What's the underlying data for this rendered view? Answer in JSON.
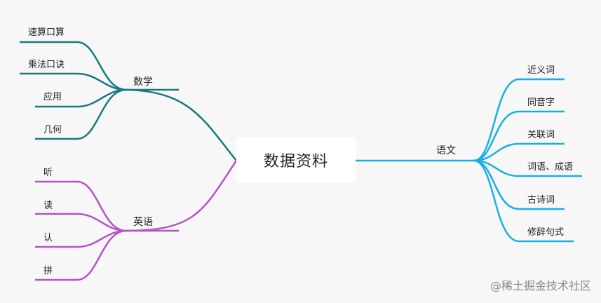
{
  "root": {
    "label": "数据资料"
  },
  "branches": [
    {
      "label": "数学",
      "color": "#1a7a80",
      "children": [
        "速算口算",
        "乘法口诀",
        "应用",
        "几何"
      ]
    },
    {
      "label": "英语",
      "color": "#b356c4",
      "children": [
        "听",
        "读",
        "认",
        "拼"
      ]
    },
    {
      "label": "语文",
      "color": "#1aaee5",
      "children": [
        "近义词",
        "同音字",
        "关联词",
        "词语、成语",
        "古诗词",
        "修辞句式"
      ]
    }
  ],
  "watermark": "@稀土掘金技术社区"
}
